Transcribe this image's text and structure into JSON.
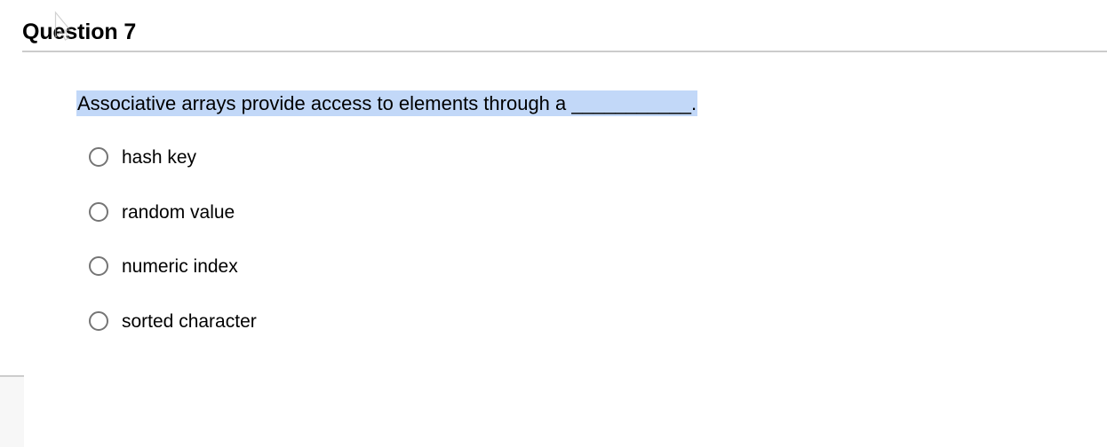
{
  "header": {
    "title": "Question 7",
    "divider": true
  },
  "cursor": {
    "icon": "mouse-pointer-icon"
  },
  "question": {
    "prompt_before": "Associative arrays provide access to elements through a ",
    "blank": "___________",
    "prompt_after": ".",
    "highlight_color": "#c2d8f8",
    "text_color": "#000000"
  },
  "options": [
    {
      "label": "hash key",
      "selected": false
    },
    {
      "label": "random value",
      "selected": false
    },
    {
      "label": "numeric index",
      "selected": false
    },
    {
      "label": "sorted character",
      "selected": false
    }
  ],
  "side_panel": {
    "background_color": "#f7f7f7",
    "border_color": "#cccccc"
  }
}
